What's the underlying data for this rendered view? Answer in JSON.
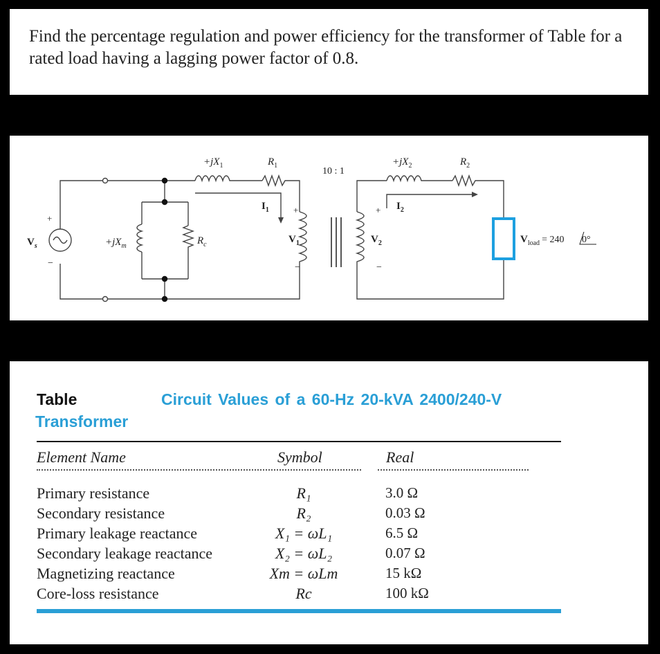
{
  "question": {
    "text": "Find the percentage regulation and power efficiency for the transformer of Table for a rated load having a lagging power factor of 0.8."
  },
  "circuit": {
    "jX1": "+jX",
    "jX1_sub": "1",
    "R1": "R",
    "R1_sub": "1",
    "ratio": "10 : 1",
    "jX2": "+jX",
    "jX2_sub": "2",
    "R2": "R",
    "R2_sub": "2",
    "I1": "I",
    "I1_sub": "1",
    "I2": "I",
    "I2_sub": "2",
    "Vs": "V",
    "Vs_sub": "s",
    "jXm": "+jX",
    "jXm_sub": "m",
    "Rc": "R",
    "Rc_sub": "c",
    "V1": "V",
    "V1_sub": "1",
    "V2": "V",
    "V2_sub": "2",
    "Vload": "V",
    "Vload_sub": "load",
    "Vload_value": "= 240",
    "Vload_angle": "0°",
    "plus": "+",
    "minus": "−"
  },
  "table": {
    "label": "Table",
    "title": "Circuit Values of a 60-Hz 20-kVA 2400/240-V",
    "title_cont": "Transformer",
    "headers": {
      "name": "Element Name",
      "symbol": "Symbol",
      "real": "Real"
    },
    "rows": [
      {
        "name": "Primary resistance",
        "symbol": "R₁",
        "value": "3.0 Ω"
      },
      {
        "name": "Secondary resistance",
        "symbol": "R₂",
        "value": "0.03 Ω"
      },
      {
        "name": "Primary leakage reactance",
        "symbol": "X₁ = ωL₁",
        "value": "6.5 Ω"
      },
      {
        "name": "Secondary leakage reactance",
        "symbol": "X₂ = ωL₂",
        "value": "0.07 Ω"
      },
      {
        "name": "Magnetizing reactance",
        "symbol": "Xm = ωLm",
        "value": "15 kΩ"
      },
      {
        "name": "Core-loss resistance",
        "symbol": "Rc",
        "value": "100 kΩ"
      }
    ]
  }
}
